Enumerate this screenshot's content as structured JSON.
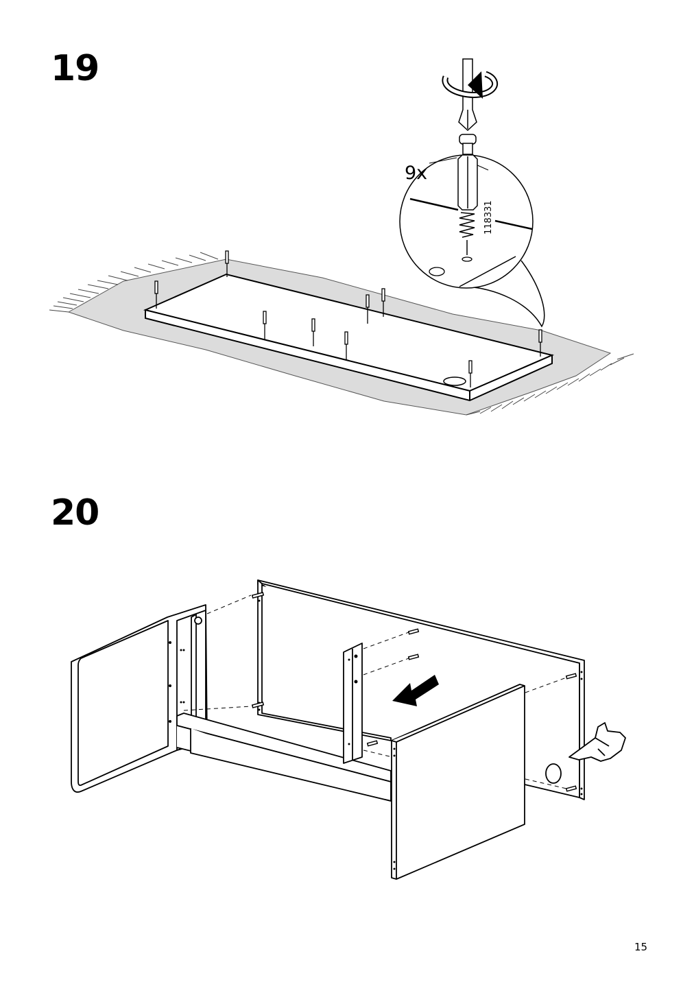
{
  "steps": [
    {
      "number": "19",
      "quantity": "9x",
      "part_number": "118331"
    },
    {
      "number": "20"
    }
  ],
  "page_number": "15"
}
